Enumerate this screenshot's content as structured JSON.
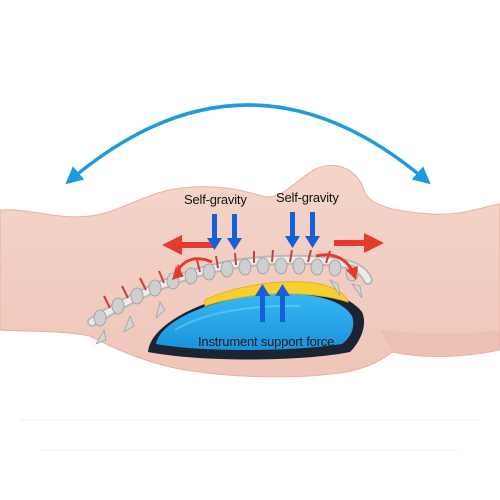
{
  "labels": {
    "gravity_left": "Self-gravity",
    "gravity_right": "Self-gravity",
    "support_force": "Instrument support force"
  },
  "colors": {
    "skin": "#f2cfc4",
    "skin_shadow": "#e8b8aa",
    "sky_arrow": "#1e9be0",
    "force_arrow": "#1560d8",
    "spread_arrow": "#e53a2c",
    "device_top": "#1aa7ea",
    "device_shell": "#1b2433",
    "pad_yellow": "#f7cf2f",
    "spine_bone": "#d9d9d9",
    "spine_red": "#c8413c"
  },
  "icons": {
    "curved_arrow": "double-headed-curved-arrow-icon",
    "gravity_arrow": "down-arrow-icon",
    "support_arrow": "up-arrow-icon",
    "stretch_arrow": "side-arrow-icon"
  }
}
